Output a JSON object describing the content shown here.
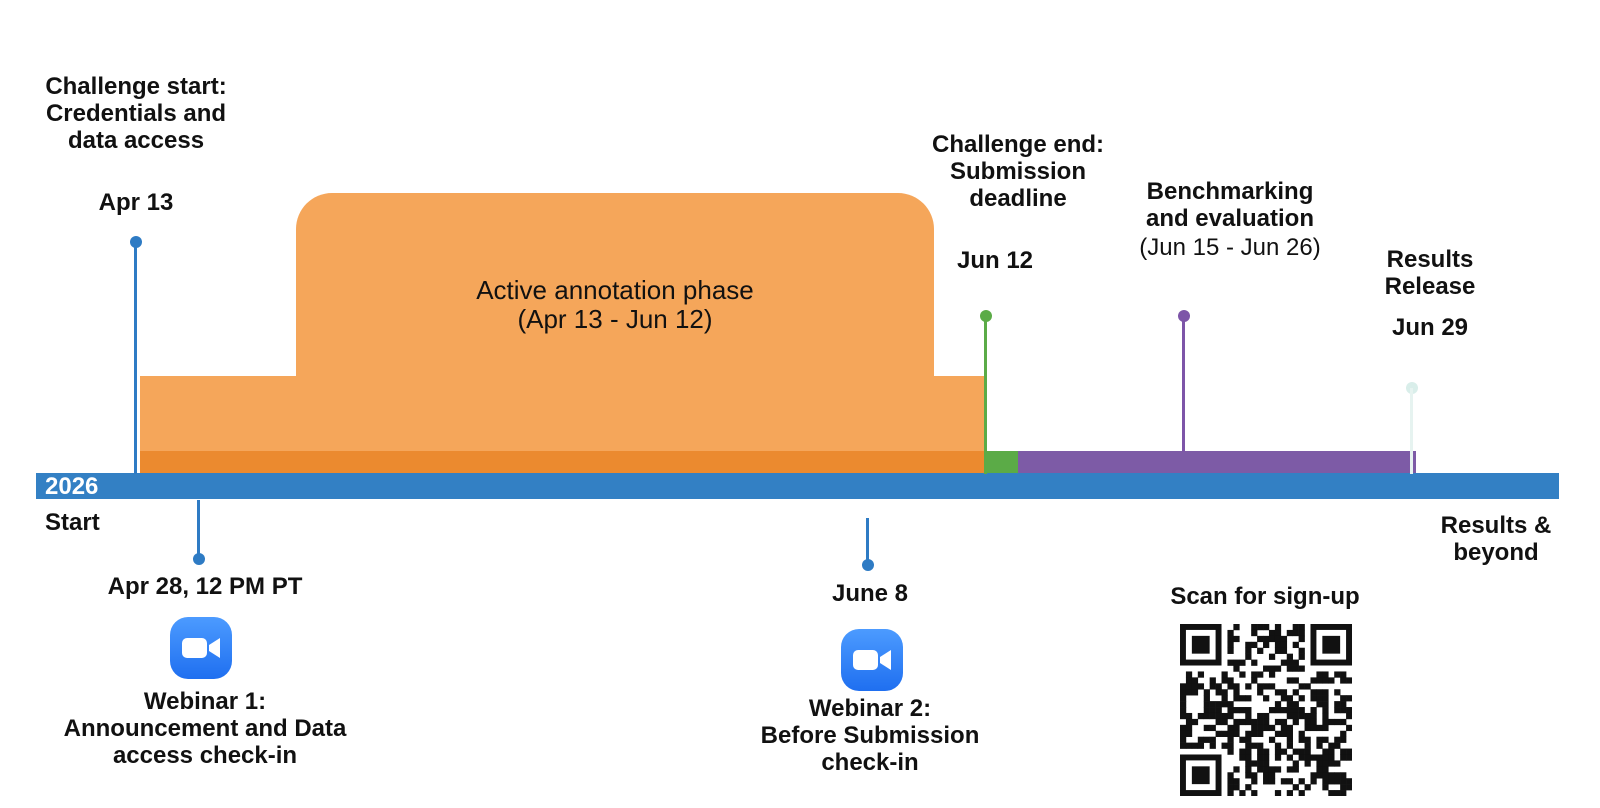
{
  "timeline": {
    "year": "2026",
    "start_label": "Start",
    "end_label": [
      "Results &",
      "beyond"
    ]
  },
  "milestones_above": {
    "challenge_start": {
      "title": [
        "Challenge start:",
        "Credentials and",
        "data access"
      ],
      "date": "Apr 13",
      "color": "#2e7bc4"
    },
    "challenge_end": {
      "title": [
        "Challenge end:",
        "Submission",
        "deadline"
      ],
      "date": "Jun 12",
      "color": "#5bab47"
    },
    "benchmarking": {
      "title": [
        "Benchmarking",
        "and evaluation"
      ],
      "dates": "(Jun 15 - Jun 26)",
      "color": "#7d55a8"
    },
    "results_release": {
      "title": [
        "Results",
        "Release"
      ],
      "date": "Jun 29",
      "color": "#d9eeea"
    }
  },
  "phases": {
    "annotation": {
      "title": "Active annotation phase",
      "dates": "(Apr 13 - Jun 12)",
      "color": "#f5a65a",
      "bar_color": "#eb8a2f"
    },
    "submission_bar_color": "#5bab47",
    "evaluation_bar_color": "#7d5ba6"
  },
  "milestones_below": {
    "webinar1": {
      "date": "Apr 28, 12 PM PT",
      "title": [
        "Webinar 1:",
        "Announcement and Data",
        "access check-in"
      ],
      "icon": "video-camera-icon"
    },
    "webinar2": {
      "date": "June 8",
      "title": [
        "Webinar 2:",
        "Before Submission",
        "check-in"
      ],
      "icon": "video-camera-icon"
    }
  },
  "signup": {
    "caption": "Scan for sign-up",
    "icon": "qr-code-icon"
  },
  "colors": {
    "axis": "#3380c4",
    "camera_icon": "#2d7ff9"
  }
}
